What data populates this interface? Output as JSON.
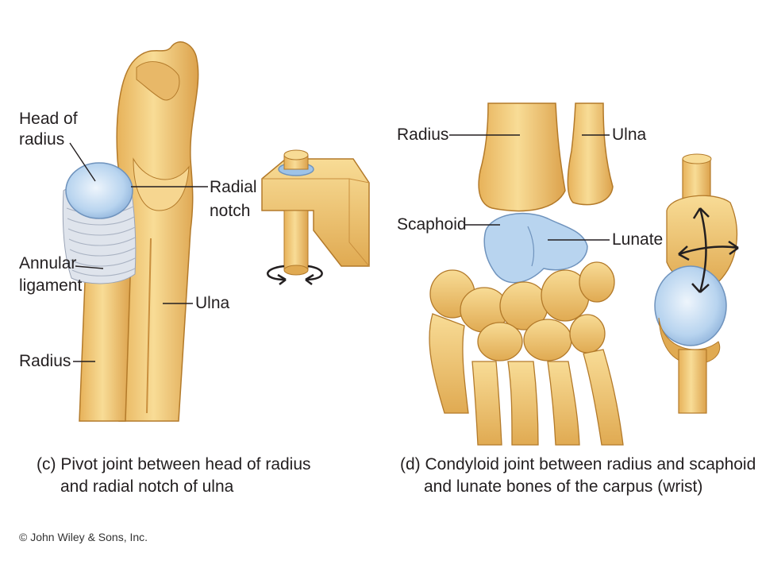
{
  "panel_c": {
    "labels": {
      "head_of_radius_1": "Head of",
      "head_of_radius_2": "radius",
      "radial_notch_1": "Radial",
      "radial_notch_2": "notch",
      "annular_1": "Annular",
      "annular_2": "ligament",
      "ulna": "Ulna",
      "radius": "Radius"
    },
    "caption_1": "(c) Pivot joint between head of radius",
    "caption_2": "and radial notch of ulna"
  },
  "panel_d": {
    "labels": {
      "radius": "Radius",
      "ulna": "Ulna",
      "scaphoid": "Scaphoid",
      "lunate": "Lunate"
    },
    "caption_1": "(d) Condyloid joint between radius and scaphoid",
    "caption_2": "and lunate bones of the carpus (wrist)"
  },
  "copyright": "© John Wiley & Sons, Inc.",
  "colors": {
    "bone": "#f3cd7a",
    "bone_shadow": "#d9a44a",
    "bone_outline": "#b37a2a",
    "cartilage": "#b8d4ef",
    "ligament": "#dfe4ec",
    "leader_line": "#231f20"
  }
}
